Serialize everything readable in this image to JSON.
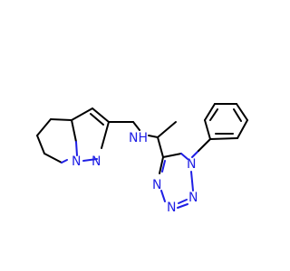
{
  "colors": {
    "carbon_bond": "#000000",
    "nitrogen": "#1f1fe5",
    "background": "#ffffff"
  },
  "atoms": {
    "pyrazole_n1": "N",
    "pyrazole_n2": "N",
    "amine_nh": "NH",
    "tetrazole_n1": "N",
    "tetrazole_n2": "N",
    "tetrazole_n3": "N",
    "tetrazole_n4": "N"
  }
}
